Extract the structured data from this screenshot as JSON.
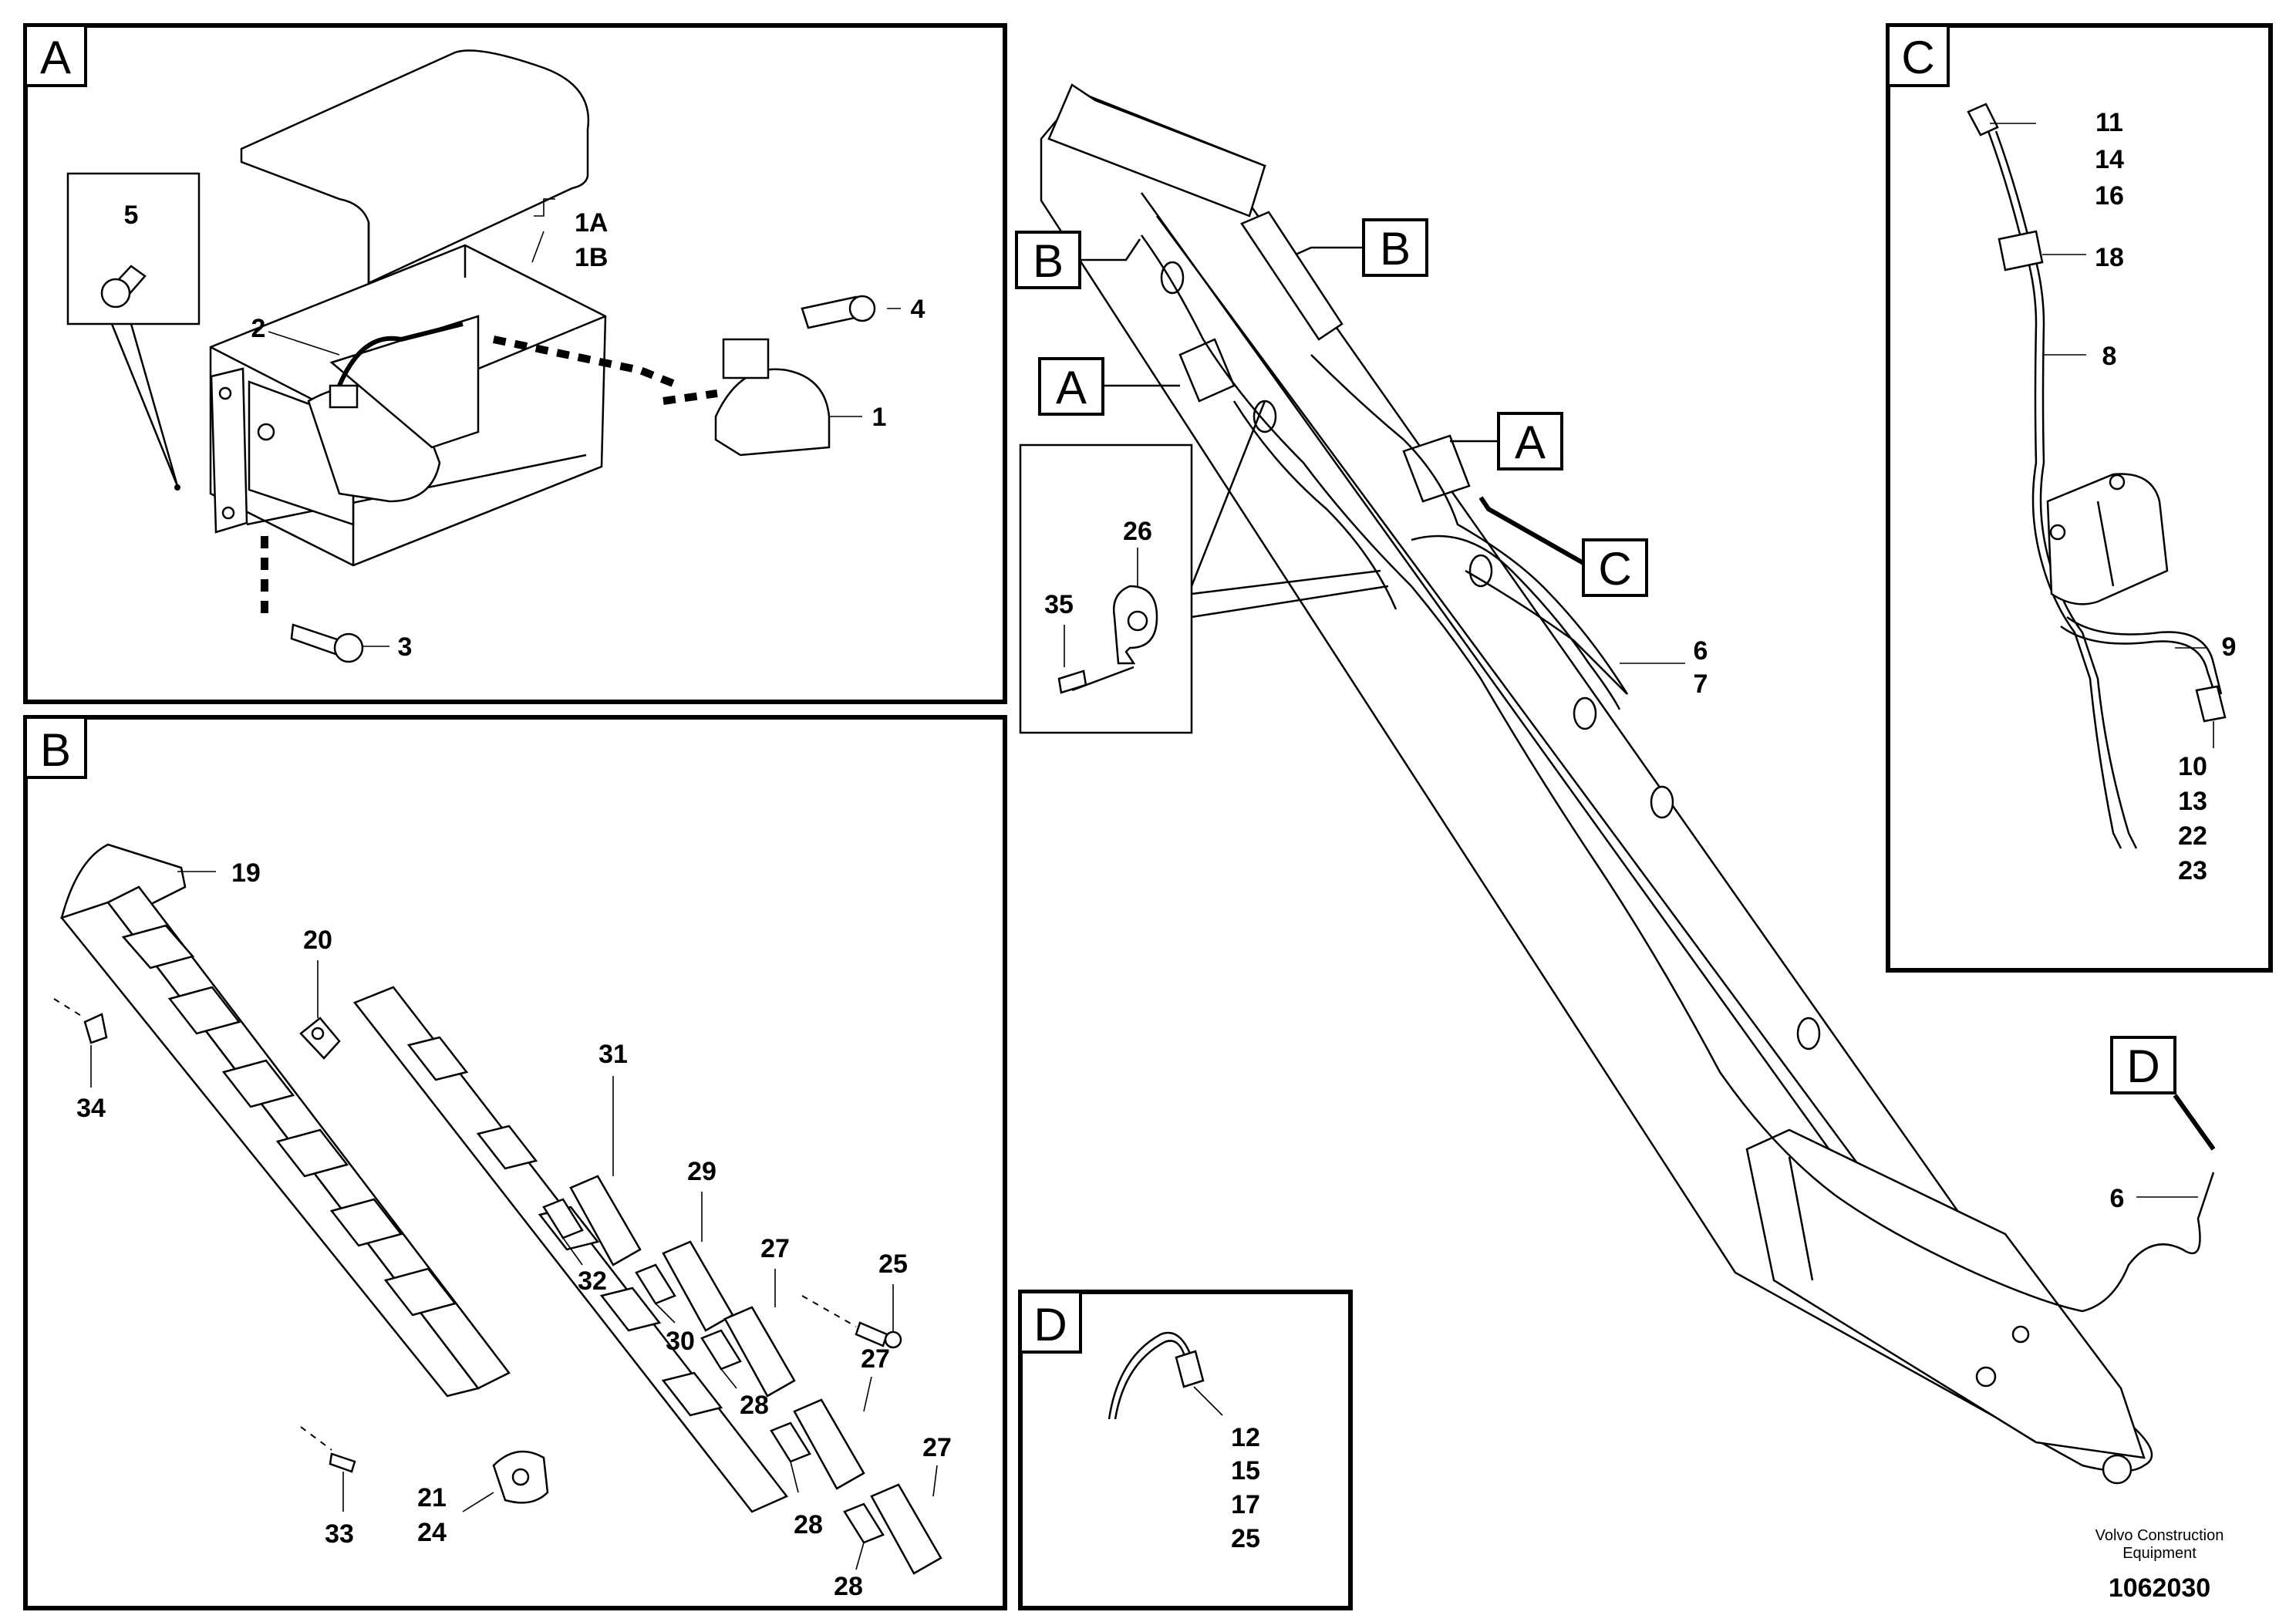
{
  "sections": {
    "A": "A",
    "B": "B",
    "C": "C",
    "D": "D"
  },
  "callouts_main": {
    "b": "B",
    "a": "A",
    "c": "C",
    "d": "D"
  },
  "parts": {
    "p1": "1",
    "p1a": "1A",
    "p1b": "1B",
    "p2": "2",
    "p3": "3",
    "p4": "4",
    "p5": "5",
    "p6": "6",
    "p7": "7",
    "p6d": "6",
    "p8": "8",
    "p9": "9",
    "p10": "10",
    "p11": "11",
    "p12": "12",
    "p13": "13",
    "p14": "14",
    "p15": "15",
    "p16": "16",
    "p17": "17",
    "p18": "18",
    "p19": "19",
    "p20": "20",
    "p21": "21",
    "p22": "22",
    "p23": "23",
    "p24": "24",
    "p25b": "25",
    "p25d": "25",
    "p26": "26",
    "p27a": "27",
    "p27b": "27",
    "p27c": "27",
    "p28a": "28",
    "p28b": "28",
    "p28c": "28",
    "p29": "29",
    "p30": "30",
    "p31": "31",
    "p32": "32",
    "p33": "33",
    "p34": "34",
    "p35": "35"
  },
  "footer": {
    "brand_line1": "Volvo Construction",
    "brand_line2": "Equipment",
    "drawing_number": "1062030"
  }
}
